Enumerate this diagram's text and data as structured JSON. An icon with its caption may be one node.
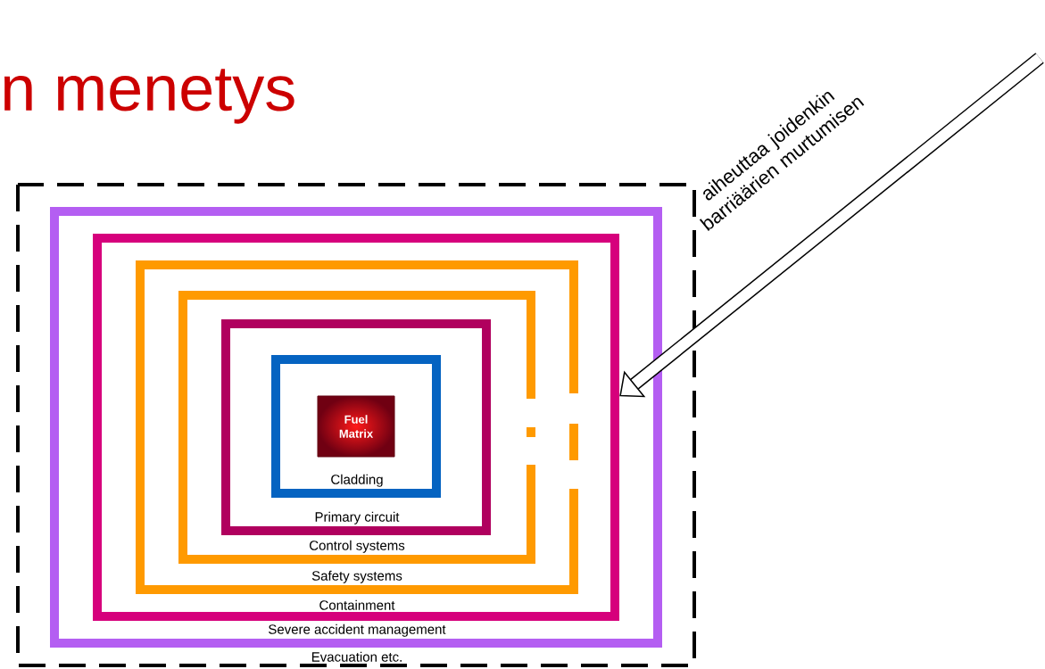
{
  "diagram": {
    "title": "n menetys",
    "nodes": [
      {
        "text": [
          "Evacuation etc."
        ]
      },
      {
        "text": [
          "Severe accident management"
        ],
        "in": 0
      },
      {
        "text": [
          "Containment"
        ],
        "in": 1
      },
      {
        "text": [
          "Safety systems"
        ],
        "in": 2
      },
      {
        "text": [
          "Control systems"
        ],
        "in": 3
      },
      {
        "text": [
          "Primary circuit"
        ],
        "in": 4
      },
      {
        "text": [
          "Cladding"
        ],
        "in": 5
      },
      {
        "text": [
          "Fuel Matrix"
        ],
        "in": 6
      }
    ],
    "edges": [
      {
        "from": null,
        "to": 2,
        "arrow": "to",
        "label": "aiheuttaa joidenkin barriäärien murtumisen"
      }
    ]
  }
}
